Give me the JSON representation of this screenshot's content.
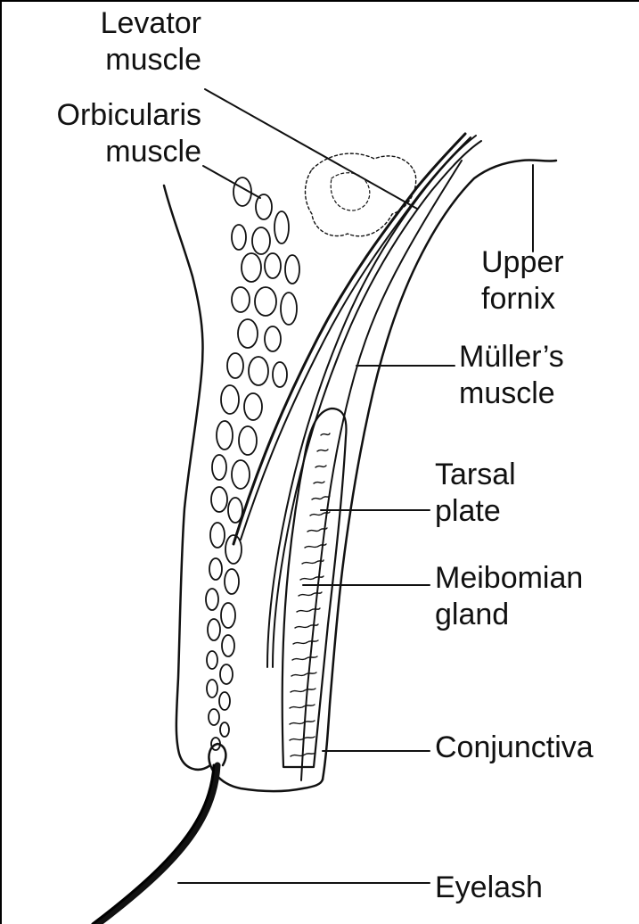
{
  "labels": {
    "levator": [
      "Levator",
      "muscle"
    ],
    "orbicularis": [
      "Orbicularis",
      "muscle"
    ],
    "fornix": [
      "Upper",
      "fornix"
    ],
    "muller": [
      "Müller’s",
      "muscle"
    ],
    "tarsal": [
      "Tarsal",
      "plate"
    ],
    "meibomian": [
      "Meibomian",
      "gland"
    ],
    "conjunctiva": "Conjunctiva",
    "eyelash": "Eyelash"
  },
  "colors": {
    "ink": "#111111",
    "background": "#ffffff"
  }
}
